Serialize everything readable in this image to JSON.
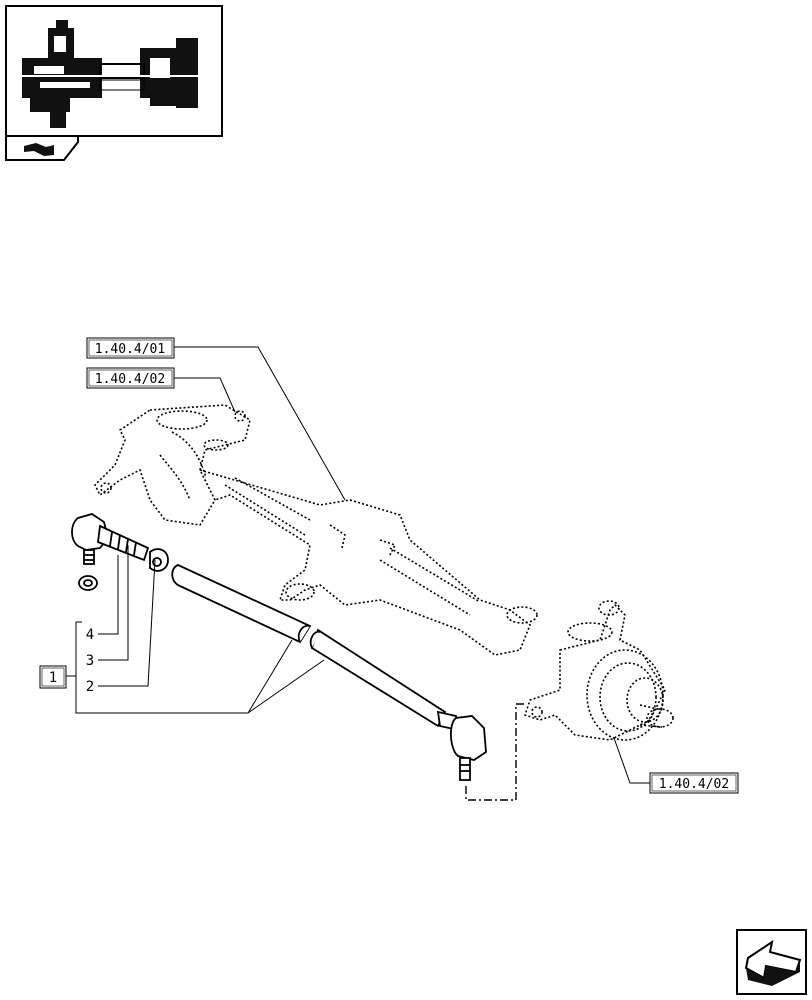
{
  "refs": {
    "axle_group_ref": "1.40.4/01",
    "left_hub_ref": "1.40.4/02",
    "right_hub_ref": "1.40.4/02"
  },
  "callouts": {
    "assembly": "1",
    "nut": "2",
    "boot": "3",
    "tie_rod_end": "4"
  },
  "icons": {
    "thumbnail": "axle-thumbnail-icon",
    "thumbnail_tab": "book-tab-icon",
    "nav": "navigate-arrow-icon"
  }
}
